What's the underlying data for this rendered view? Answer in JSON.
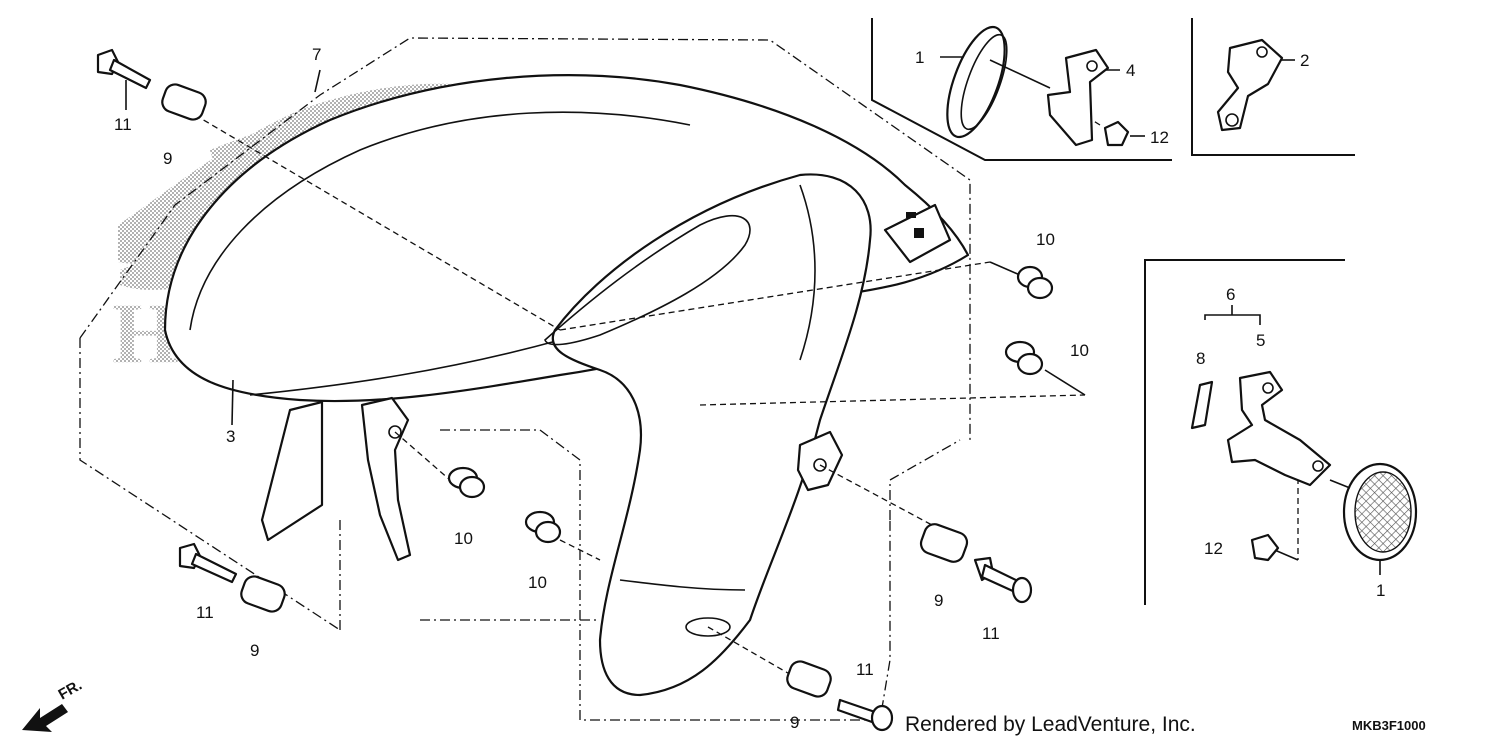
{
  "diagram": {
    "callouts": [
      {
        "id": "c7",
        "text": "7"
      },
      {
        "id": "c11a",
        "text": "11"
      },
      {
        "id": "c9a",
        "text": "9"
      },
      {
        "id": "c3",
        "text": "3"
      },
      {
        "id": "c10a",
        "text": "10"
      },
      {
        "id": "c11b",
        "text": "11"
      },
      {
        "id": "c9b",
        "text": "9"
      },
      {
        "id": "c10b",
        "text": "10"
      },
      {
        "id": "c9c",
        "text": "9"
      },
      {
        "id": "c11c",
        "text": "11"
      },
      {
        "id": "c10c",
        "text": "10"
      },
      {
        "id": "c10d",
        "text": "10"
      },
      {
        "id": "c9d",
        "text": "9"
      },
      {
        "id": "c11d",
        "text": "11"
      },
      {
        "id": "c1a",
        "text": "1"
      },
      {
        "id": "c4",
        "text": "4"
      },
      {
        "id": "c12a",
        "text": "12"
      },
      {
        "id": "c2",
        "text": "2"
      },
      {
        "id": "c6",
        "text": "6"
      },
      {
        "id": "c5",
        "text": "5"
      },
      {
        "id": "c8",
        "text": "8"
      },
      {
        "id": "c12b",
        "text": "12"
      },
      {
        "id": "c1b",
        "text": "1"
      }
    ],
    "watermark": "HONDA",
    "direction": "FR.",
    "footer": "Rendered by LeadVenture, Inc.",
    "diagram_code": "MKB3F1000",
    "icons": [
      "fender-part",
      "reflector-part",
      "bracket-part",
      "bolt-part",
      "grommet-part",
      "collar-part",
      "nut-part",
      "front-arrow-icon"
    ]
  }
}
